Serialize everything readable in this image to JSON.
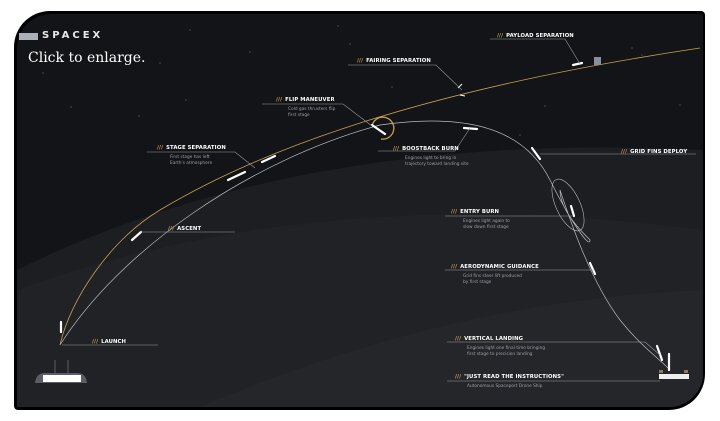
{
  "header": {
    "logo": "SPACEX",
    "caption": "Click to enlarge."
  },
  "colors": {
    "background": "#121417",
    "trajectory_ascent": "#c9a24a",
    "trajectory_return": "#b8bcc0",
    "accent_slashes": "#c9a24a",
    "label_text": "#ffffff",
    "description_text": "#9aa0a6"
  },
  "stages": [
    {
      "key": "launch",
      "slashes": "///",
      "title": "LAUNCH",
      "description": ""
    },
    {
      "key": "ascent",
      "slashes": "///",
      "title": "ASCENT",
      "description": ""
    },
    {
      "key": "stage_separation",
      "slashes": "///",
      "title": "STAGE SEPARATION",
      "description": "First stage has left\nEarth's atmosphere"
    },
    {
      "key": "flip_maneuver",
      "slashes": "///",
      "title": "FLIP MANEUVER",
      "description": "Cold gas thrusters flip\nfirst stage"
    },
    {
      "key": "fairing_separation",
      "slashes": "///",
      "title": "FAIRING SEPARATION",
      "description": ""
    },
    {
      "key": "payload_separation",
      "slashes": "///",
      "title": "PAYLOAD SEPARATION",
      "description": ""
    },
    {
      "key": "boostback_burn",
      "slashes": "///",
      "title": "BOOSTBACK BURN",
      "description": "Engines light to bring in\ntrajectory toward landing site"
    },
    {
      "key": "grid_fins_deploy",
      "slashes": "///",
      "title": "GRID FINS DEPLOY",
      "description": ""
    },
    {
      "key": "entry_burn",
      "slashes": "///",
      "title": "ENTRY BURN",
      "description": "Engines light again to\nslow down first stage"
    },
    {
      "key": "aerodynamic_guidance",
      "slashes": "///",
      "title": "AERODYNAMIC GUIDANCE",
      "description": "Grid fins steer lift produced\nby first stage"
    },
    {
      "key": "vertical_landing",
      "slashes": "///",
      "title": "VERTICAL LANDING",
      "description": "Engines light one final time bringing\nfirst stage to precision landing"
    },
    {
      "key": "drone_ship",
      "slashes": "///",
      "title": "\"JUST READ THE INSTRUCTIONS\"",
      "description": "Autonomous Spaceport Drone Ship"
    }
  ]
}
